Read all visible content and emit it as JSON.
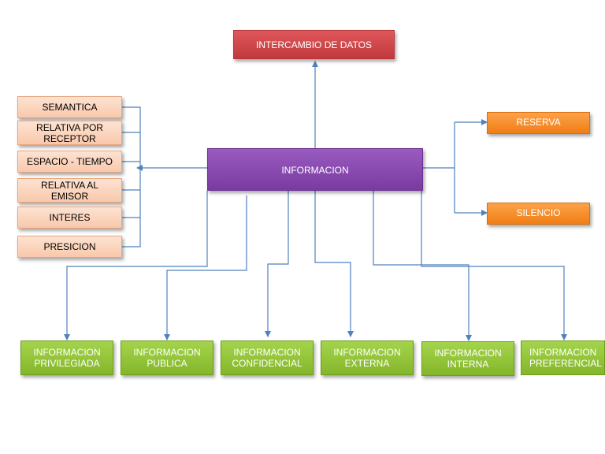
{
  "colors": {
    "connector": "#4f81bd",
    "top": "#c0393d",
    "center": "#7a3ba1",
    "left": "#f9c8ab",
    "right": "#f07e14",
    "bottom": "#84b62a"
  },
  "top_box": {
    "label": "INTERCAMBIO DE DATOS"
  },
  "center_box": {
    "label": "INFORMACION"
  },
  "left_boxes": [
    {
      "label": "SEMANTICA"
    },
    {
      "label": "RELATIVA POR\nRECEPTOR"
    },
    {
      "label": "ESPACIO - TIEMPO"
    },
    {
      "label": "RELATIVA AL\nEMISOR"
    },
    {
      "label": "INTERES"
    },
    {
      "label": "PRESICION"
    }
  ],
  "right_boxes": [
    {
      "label": "RESERVA"
    },
    {
      "label": "SILENCIO"
    }
  ],
  "bottom_boxes": [
    {
      "label": "INFORMACION\nPRIVILEGIADA"
    },
    {
      "label": "INFORMACION\nPUBLICA"
    },
    {
      "label": "INFORMACION\nCONFIDENCIAL"
    },
    {
      "label": "INFORMACION\nEXTERNA"
    },
    {
      "label": "INFORMACION\nINTERNA"
    },
    {
      "label": "INFORMACION\nPREFERENCIAL"
    }
  ]
}
